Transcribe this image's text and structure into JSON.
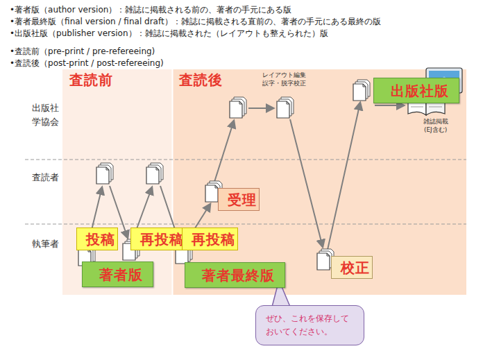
{
  "diagram": {
    "nodes": [
      {
        "text": [
          "査読前"
        ]
      },
      {
        "text": [
          "査読後"
        ]
      },
      {
        "text": [
          "著者版"
        ],
        "in": 0
      },
      {
        "text": [
          "投稿"
        ],
        "in": 0
      },
      {
        "text": [
          "再投稿"
        ],
        "in": 0
      },
      {
        "text": [
          "再投稿"
        ],
        "in": 1
      },
      {
        "text": [
          "受理"
        ],
        "in": 1
      },
      {
        "text": [
          "著者最終版"
        ],
        "in": 1
      },
      {
        "text": [
          "校正"
        ],
        "in": 1
      },
      {
        "text": [
          "出版社版"
        ],
        "in": 1
      },
      {
        "text": [
          "ぜひ、これを保存して おいてください。"
        ]
      }
    ],
    "labels": [
      "•著者版（author version）：雑誌に掲載される前の、著者の手元にある版",
      "•著者最終版（final version / final draft）：雑誌に掲載される直前の、著者の手元にある最終の版",
      "•出版社版（publisher version）：雑誌に掲載された（レイアウトも整えられた）版",
      "•査読前（pre-print / pre-refereeing)",
      "•査読後（post-print / post-refereeing)",
      "出版社 学協会",
      "査読者",
      "執筆者",
      "レイアウト編集 誤字・脱字校正",
      "雑誌掲載 (EJ含む)"
    ]
  }
}
